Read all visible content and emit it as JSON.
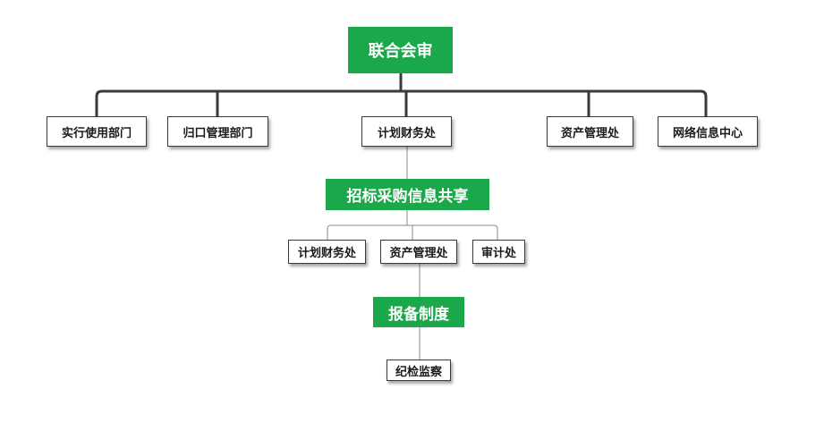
{
  "colors": {
    "accent": "#1aa84a",
    "line": "#3a3a3a"
  },
  "top": {
    "label": "联合会审"
  },
  "departments": [
    {
      "label": "实行使用部门"
    },
    {
      "label": "归口管理部门"
    },
    {
      "label": "计划财务处"
    },
    {
      "label": "资产管理处"
    },
    {
      "label": "网络信息中心"
    }
  ],
  "share": {
    "label": "招标采购信息共享"
  },
  "share_children": [
    {
      "label": "计划财务处"
    },
    {
      "label": "资产管理处"
    },
    {
      "label": "审计处"
    }
  ],
  "filing": {
    "label": "报备制度"
  },
  "filing_child": {
    "label": "纪检监察"
  }
}
